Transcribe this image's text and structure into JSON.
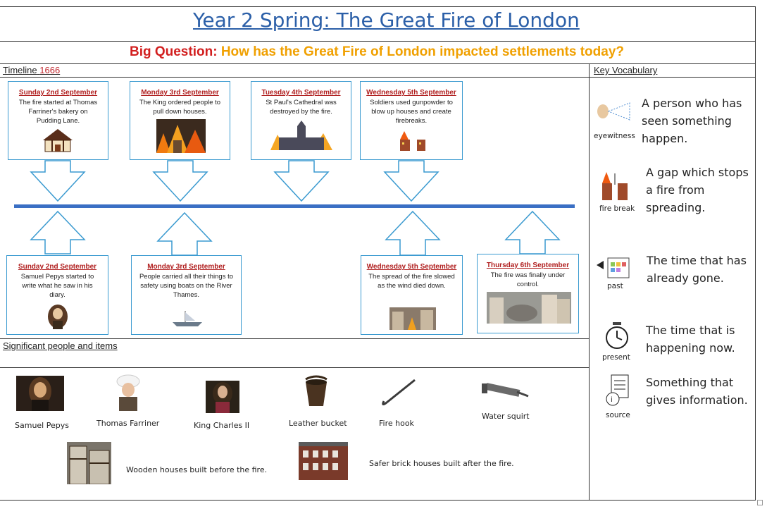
{
  "title": "Year 2 Spring: The Great Fire of London",
  "big_question": {
    "label": "Big Question:",
    "question": "How has the Great Fire of London impacted settlements today?"
  },
  "timeline": {
    "heading": "Timeline",
    "year": "1666",
    "top_events": [
      {
        "date": "Sunday 2nd September",
        "text": "The fire started at Thomas Farriner's bakery on Pudding Lane.",
        "icon": "bakery-house-icon"
      },
      {
        "date": "Monday 3rd September",
        "text": "The King ordered people to pull down houses.",
        "icon": "burning-houses-icon"
      },
      {
        "date": "Tuesday 4th September",
        "text": "St Paul's Cathedral was destroyed by the fire.",
        "icon": "burning-cathedral-icon"
      },
      {
        "date": "Wednesday 5th September",
        "text": "Soldiers used gunpowder to blow up houses and create firebreaks.",
        "icon": "firebreak-icon"
      }
    ],
    "bottom_events": [
      {
        "date": "Sunday 2nd September",
        "text": "Samuel Pepys started to write what he saw in his diary.",
        "icon": "pepys-portrait-icon"
      },
      {
        "date": "Monday 3rd September",
        "text": "People carried all their things to safety using boats on the River Thames.",
        "icon": "boat-icon"
      },
      {
        "date": "Wednesday 5th September",
        "text": "The spread of the fire slowed as the wind died down.",
        "icon": "smouldering-street-icon"
      },
      {
        "date": "Thursday 6th September",
        "text": "The fire was finally under control.",
        "icon": "ruined-street-icon"
      }
    ]
  },
  "vocabulary": {
    "heading": "Key Vocabulary",
    "items": [
      {
        "word": "eyewitness",
        "definition": "A person who has seen something happen.",
        "icon": "eye-witness-icon"
      },
      {
        "word": "fire break",
        "definition": "A gap which stops a fire from spreading.",
        "icon": "fire-break-icon"
      },
      {
        "word": "past",
        "definition": "The time that has already gone.",
        "icon": "calendar-past-icon"
      },
      {
        "word": "present",
        "definition": "The time that is happening now.",
        "icon": "clock-icon"
      },
      {
        "word": "source",
        "definition": "Something that gives information.",
        "icon": "document-source-icon"
      }
    ]
  },
  "people_items": {
    "heading": "Significant people and items",
    "items": [
      {
        "label": "Samuel Pepys",
        "icon": "samuel-pepys-portrait"
      },
      {
        "label": "Thomas Farriner",
        "icon": "thomas-farriner-baker"
      },
      {
        "label": "King Charles II",
        "icon": "king-charles-portrait"
      },
      {
        "label": "Leather bucket",
        "icon": "leather-bucket-icon"
      },
      {
        "label": "Fire hook",
        "icon": "fire-hook-icon"
      },
      {
        "label": "Water squirt",
        "icon": "water-squirt-icon"
      },
      {
        "label": "Wooden houses built before the fire.",
        "icon": "wooden-houses-photo"
      },
      {
        "label": "Safer brick houses built after the fire.",
        "icon": "brick-houses-photo"
      }
    ]
  },
  "colors": {
    "title_blue": "#2b5fa8",
    "question_red": "#d21f1f",
    "question_orange": "#f0a000",
    "timeline_blue": "#3a6fc4",
    "box_border": "#3a9ad0",
    "date_red": "#b01e1e"
  }
}
